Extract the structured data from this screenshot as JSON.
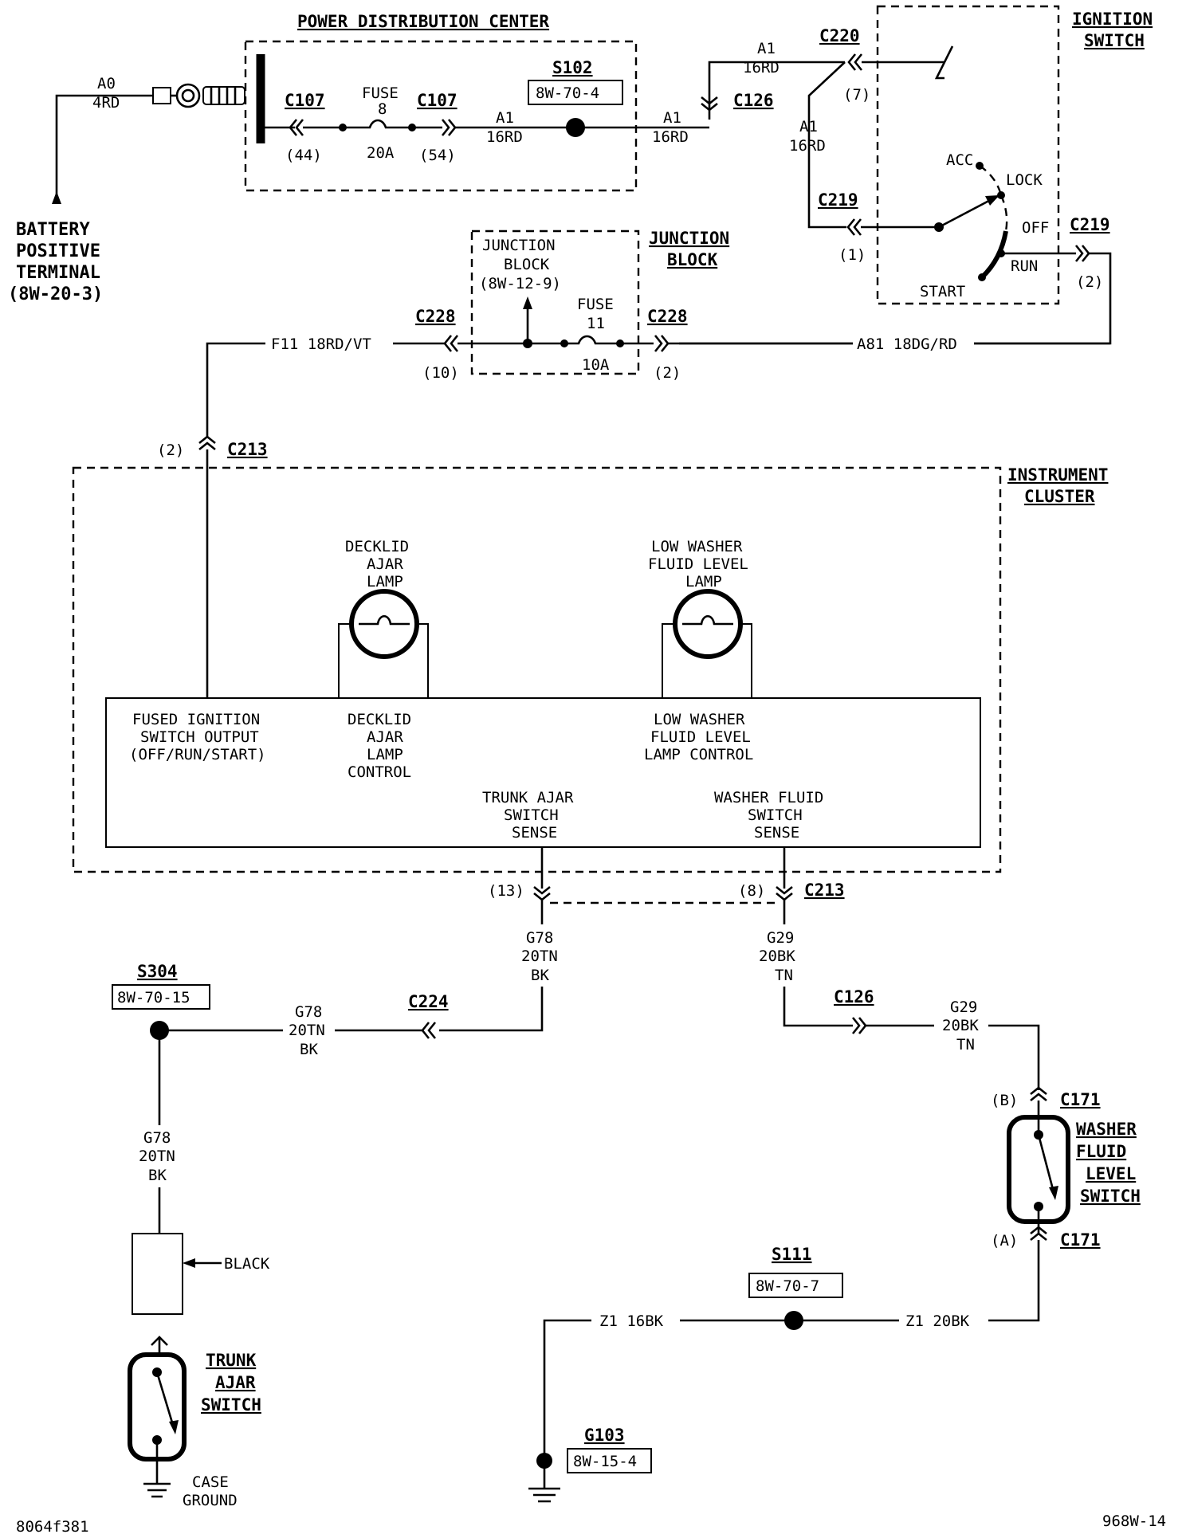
{
  "power_distribution_center": {
    "title": "POWER DISTRIBUTION CENTER",
    "c107_left": "C107",
    "c107_left_pin": "(44)",
    "fuse_label_1": "FUSE",
    "fuse_label_2": "8",
    "fuse_rating": "20A",
    "c107_right": "C107",
    "c107_right_pin": "(54)",
    "wire_a1_1": "A1",
    "wire_a1_2": "16RD",
    "s102": "S102",
    "s102_ref": "8W-70-4"
  },
  "battery": {
    "wire_1": "A0",
    "wire_2": "4RD",
    "label_1": "BATTERY",
    "label_2": "POSITIVE",
    "label_3": "TERMINAL",
    "label_4": "(8W-20-3)"
  },
  "ignition_switch": {
    "title_1": "IGNITION",
    "title_2": "SWITCH",
    "c220": "C220",
    "c220_pin": "(7)",
    "c126": "C126",
    "wire_top_1": "A1",
    "wire_top_2": "16RD",
    "wire_mid_1": "A1",
    "wire_mid_2": "16RD",
    "wire_left_1": "A1",
    "wire_left_2": "16RD",
    "acc": "ACC",
    "lock": "LOCK",
    "off": "OFF",
    "run": "RUN",
    "start": "START",
    "c219_left": "C219",
    "c219_left_pin": "(1)",
    "c219_right": "C219",
    "c219_right_pin": "(2)"
  },
  "junction_block": {
    "inner_1": "JUNCTION",
    "inner_2": "BLOCK",
    "inner_3": "(8W-12-9)",
    "title_1": "JUNCTION",
    "title_2": "BLOCK",
    "fuse_1": "FUSE",
    "fuse_2": "11",
    "fuse_rating": "10A",
    "c228_left": "C228",
    "c228_left_pin": "(10)",
    "c228_right": "C228",
    "c228_right_pin": "(2)",
    "wire_f11": "F11 18RD/VT",
    "wire_a81": "A81 18DG/RD"
  },
  "instrument_cluster": {
    "title_1": "INSTRUMENT",
    "title_2": "CLUSTER",
    "c213_top": "C213",
    "c213_top_pin": "(2)",
    "decklid_lamp_1": "DECKLID",
    "decklid_lamp_2": "AJAR",
    "decklid_lamp_3": "LAMP",
    "washer_lamp_1": "LOW WASHER",
    "washer_lamp_2": "FLUID LEVEL",
    "washer_lamp_3": "LAMP",
    "fused_1": "FUSED IGNITION",
    "fused_2": "SWITCH OUTPUT",
    "fused_3": "(OFF/RUN/START)",
    "decklid_ctrl_1": "DECKLID",
    "decklid_ctrl_2": "AJAR",
    "decklid_ctrl_3": "LAMP",
    "decklid_ctrl_4": "CONTROL",
    "washer_ctrl_1": "LOW WASHER",
    "washer_ctrl_2": "FLUID LEVEL",
    "washer_ctrl_3": "LAMP CONTROL",
    "trunk_sense_1": "TRUNK AJAR",
    "trunk_sense_2": "SWITCH",
    "trunk_sense_3": "SENSE",
    "washer_sense_1": "WASHER FLUID",
    "washer_sense_2": "SWITCH",
    "washer_sense_3": "SENSE",
    "c213_pin13": "(13)",
    "c213_pin8": "(8)",
    "c213_bottom": "C213"
  },
  "lower_circuit": {
    "g78_a_1": "G78",
    "g78_a_2": "20TN",
    "g78_a_3": "BK",
    "g29_a_1": "G29",
    "g29_a_2": "20BK",
    "g29_a_3": "TN",
    "s304": "S304",
    "s304_ref": "8W-70-15",
    "g78_b_1": "G78",
    "g78_b_2": "20TN",
    "g78_b_3": "BK",
    "c224": "C224",
    "c126": "C126",
    "g29_b_1": "G29",
    "g29_b_2": "20BK",
    "g29_b_3": "TN",
    "g78_c_1": "G78",
    "g78_c_2": "20TN",
    "g78_c_3": "BK",
    "black": "BLACK",
    "trunk_1": "TRUNK",
    "trunk_2": "AJAR",
    "trunk_3": "SWITCH",
    "case_1": "CASE",
    "case_2": "GROUND",
    "c171_b": "C171",
    "c171_b_pin": "(B)",
    "c171_a": "C171",
    "c171_a_pin": "(A)",
    "washer_sw_1": "WASHER",
    "washer_sw_2": "FLUID",
    "washer_sw_3": "LEVEL",
    "washer_sw_4": "SWITCH",
    "s111": "S111",
    "s111_ref": "8W-70-7",
    "z1_left": "Z1 16BK",
    "z1_right": "Z1 20BK",
    "g103": "G103",
    "g103_ref": "8W-15-4"
  },
  "footer": {
    "left_code": "8064f381",
    "right_code": "968W-14"
  }
}
